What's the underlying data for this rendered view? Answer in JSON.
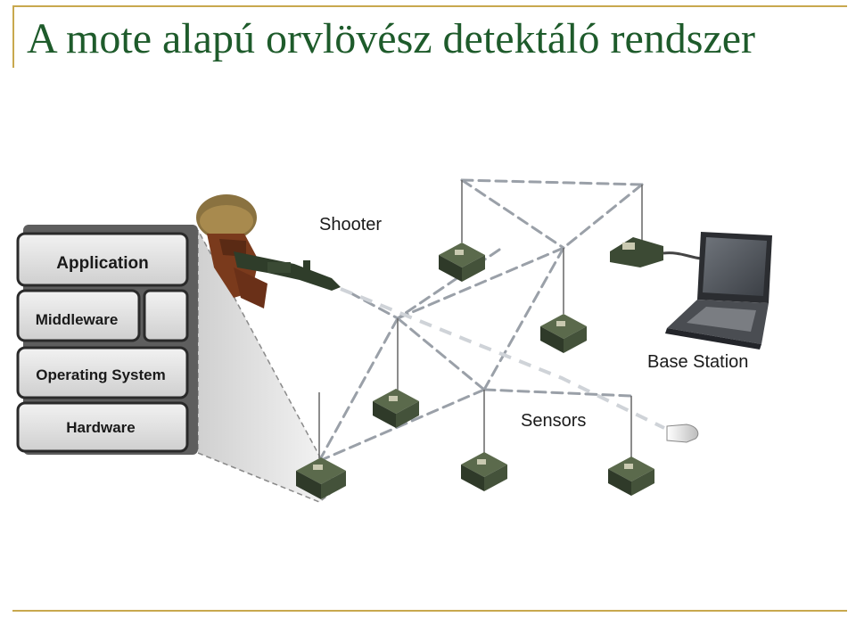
{
  "title": "A mote alapú orvlövész detektáló rendszer",
  "layers": [
    {
      "label": "Application"
    },
    {
      "label": "Middleware"
    },
    {
      "label": "Operating System"
    },
    {
      "label": "Hardware"
    }
  ],
  "labels": {
    "shooter": "Shooter",
    "base_station": "Base Station",
    "sensors": "Sensors"
  },
  "colors": {
    "title": "#1e5b2b",
    "rule": "#c8a84e",
    "sensor_body": "#3b4a33",
    "dashed_link": "#9aa0a8"
  }
}
